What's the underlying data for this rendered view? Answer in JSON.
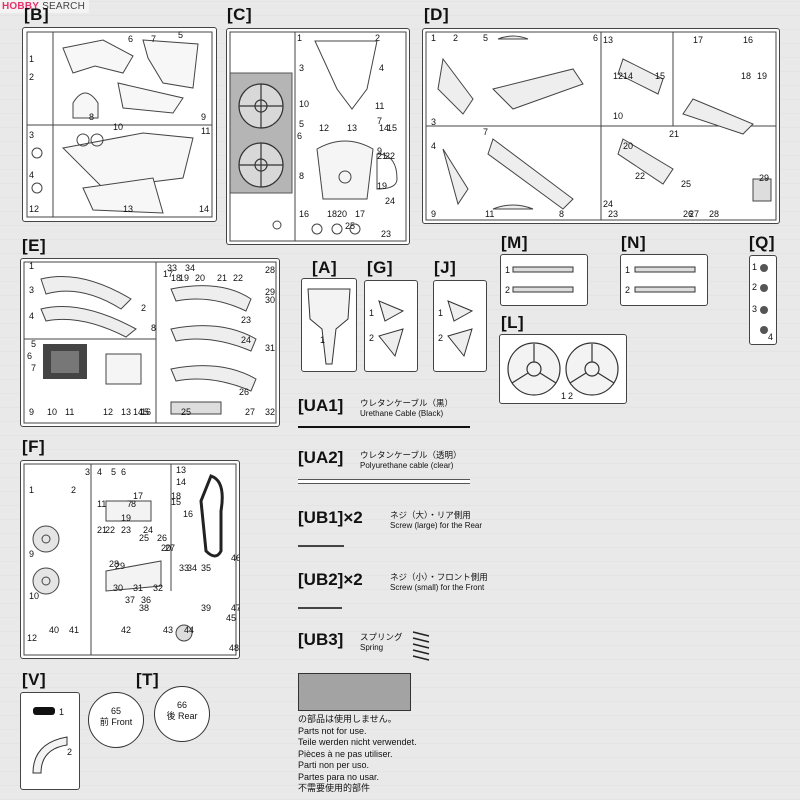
{
  "watermark": {
    "brand": "HOBBY",
    "search": "SEARCH"
  },
  "sprues": {
    "B": {
      "label": "[B]",
      "parts": [
        "1",
        "2",
        "3",
        "4",
        "5",
        "6",
        "7",
        "8",
        "9",
        "10",
        "11",
        "12",
        "13",
        "14"
      ]
    },
    "C": {
      "label": "[C]",
      "parts": [
        "1",
        "2",
        "3",
        "4",
        "5",
        "6",
        "7",
        "8",
        "9",
        "10",
        "11",
        "12",
        "13",
        "14",
        "15",
        "16",
        "17",
        "18",
        "19",
        "20",
        "21",
        "22",
        "23",
        "24",
        "25"
      ]
    },
    "D": {
      "label": "[D]",
      "parts": [
        "1",
        "2",
        "3",
        "4",
        "5",
        "6",
        "7",
        "8",
        "9",
        "10",
        "11",
        "12",
        "13",
        "14",
        "15",
        "16",
        "17",
        "18",
        "19",
        "20",
        "21",
        "22",
        "23",
        "24",
        "25",
        "26",
        "27",
        "28",
        "29"
      ]
    },
    "E": {
      "label": "[E]",
      "parts": [
        "1",
        "2",
        "3",
        "4",
        "5",
        "6",
        "7",
        "8",
        "9",
        "10",
        "11",
        "12",
        "13",
        "14",
        "15",
        "16",
        "17",
        "18",
        "19",
        "20",
        "21",
        "22",
        "23",
        "24",
        "25",
        "26",
        "27",
        "28",
        "29",
        "30",
        "31",
        "32",
        "33",
        "34"
      ]
    },
    "F": {
      "label": "[F]",
      "parts": [
        "1",
        "2",
        "3",
        "4",
        "5",
        "6",
        "7",
        "8",
        "9",
        "10",
        "11",
        "12",
        "13",
        "14",
        "15",
        "16",
        "17",
        "18",
        "19",
        "20",
        "21",
        "22",
        "23",
        "24",
        "25",
        "26",
        "27",
        "28",
        "29",
        "30",
        "31",
        "32",
        "33",
        "34",
        "35",
        "36",
        "37",
        "38",
        "39",
        "40",
        "41",
        "42",
        "43",
        "44",
        "45",
        "46",
        "47",
        "48"
      ]
    },
    "A": {
      "label": "[A]",
      "parts": [
        "1"
      ]
    },
    "G": {
      "label": "[G]",
      "parts": [
        "1",
        "2"
      ]
    },
    "J": {
      "label": "[J]",
      "parts": [
        "1",
        "2"
      ]
    },
    "M": {
      "label": "[M]",
      "parts": [
        "1",
        "2"
      ]
    },
    "N": {
      "label": "[N]",
      "parts": [
        "1",
        "2"
      ]
    },
    "Q": {
      "label": "[Q]",
      "parts": [
        "1",
        "2",
        "3",
        "4"
      ]
    },
    "L": {
      "label": "[L]",
      "parts": [
        "1",
        "2"
      ]
    },
    "V": {
      "label": "[V]",
      "parts": [
        "1",
        "2"
      ]
    },
    "T": {
      "label": "[T]"
    }
  },
  "extras": {
    "ua1": {
      "code": "[UA1]",
      "jp": "ウレタンケーブル（黒）",
      "en": "Urethane Cable (Black)"
    },
    "ua2": {
      "code": "[UA2]",
      "jp": "ウレタンケーブル（透明）",
      "en": "Polyurethane cable (clear)"
    },
    "ub1": {
      "code": "[UB1]×2",
      "jp": "ネジ（大）・リア側用",
      "en": "Screw (large) for the Rear"
    },
    "ub2": {
      "code": "[UB2]×2",
      "jp": "ネジ（小）・フロント側用",
      "en": "Screw (small) for the Front"
    },
    "ub3": {
      "code": "[UB3]",
      "jp": "スプリング",
      "en": "Spring"
    }
  },
  "tires": {
    "front": {
      "num": "65",
      "text": "前 Front"
    },
    "rear": {
      "num": "66",
      "text": "後 Rear"
    }
  },
  "not_used": {
    "swatch_color": "#a3a3a3",
    "lines": [
      "の部品は使用しません。",
      "Parts not for use.",
      "Teile werden nicht verwendet.",
      "Pièces à ne pas utiliser.",
      "Parti non per uso.",
      "Partes para no usar.",
      "不需要使用的部件"
    ]
  }
}
